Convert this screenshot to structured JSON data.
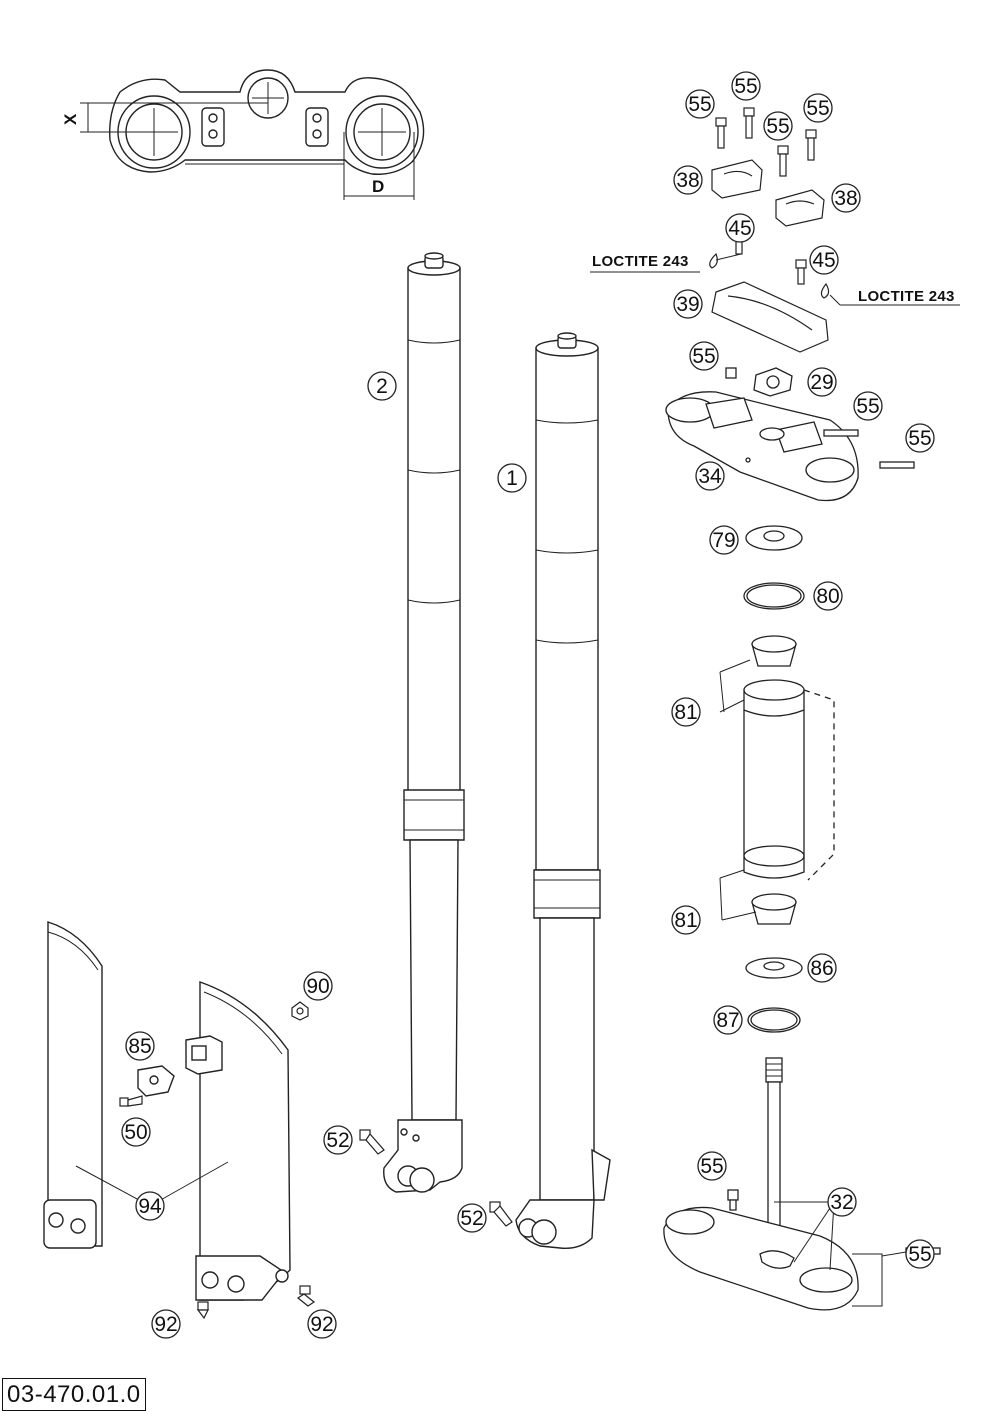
{
  "dimension_labels": {
    "x": "X",
    "d": "D"
  },
  "loctite_labels": [
    "LOCTITE 243",
    "LOCTITE 243"
  ],
  "callouts": [
    "55",
    "55",
    "55",
    "55",
    "38",
    "38",
    "45",
    "45",
    "39",
    "55",
    "29",
    "55",
    "55",
    "34",
    "79",
    "80",
    "81",
    "81",
    "86",
    "87",
    "2",
    "1",
    "90",
    "85",
    "50",
    "52",
    "52",
    "94",
    "92",
    "92",
    "55",
    "32",
    "55"
  ],
  "page_code": "03-470.01.0"
}
